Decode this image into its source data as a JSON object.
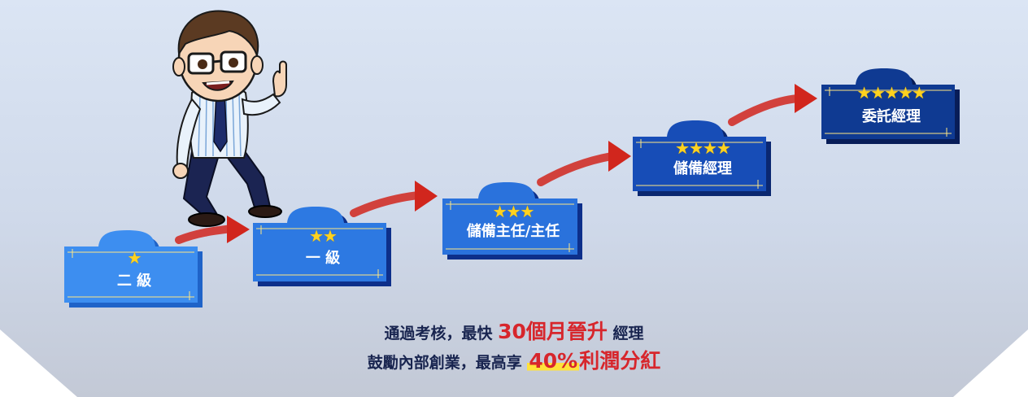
{
  "steps": [
    {
      "stars": "★",
      "label": "二 級"
    },
    {
      "stars": "★★",
      "label": "一 級"
    },
    {
      "stars": "★★★",
      "label": "儲備主任/主任"
    },
    {
      "stars": "★★★★",
      "label": "儲備經理"
    },
    {
      "stars": "★★★★★",
      "label": "委託經理"
    }
  ],
  "caption": {
    "line1_prefix": "通過考核，最快 ",
    "line1_highlight": "30個月晉升",
    "line1_suffix": " 經理",
    "line2_prefix": "鼓勵內部創業，最高享 ",
    "line2_percent": "40%",
    "line2_highlight": "利潤分紅"
  },
  "colors": {
    "step_light": "#3d8ef0",
    "step_dark": "#0d2f8a",
    "arrow": "#d1261d",
    "star": "#ffd21f",
    "highlight_text": "#d7262c"
  }
}
